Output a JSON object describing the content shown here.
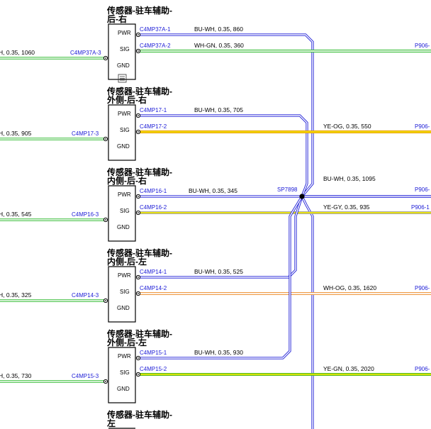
{
  "colors": {
    "BU-WH": {
      "outer": "#1a1ad6",
      "inner": "#ffffff"
    },
    "WH-GN": {
      "outer": "#33bb33",
      "inner": "#ffffff"
    },
    "YE-OG": {
      "outer": "#e8a000",
      "inner": "#f5e000"
    },
    "YE-GY": {
      "outer": "#a8a8a8",
      "inner": "#f0e800"
    },
    "WH-OG": {
      "outer": "#ef9a45",
      "inner": "#ffffff"
    },
    "YE-GN": {
      "outer": "#55bb22",
      "inner": "#e8e800"
    },
    "GN-WH": {
      "outer": "#33bb33",
      "inner": "#ffffff"
    }
  },
  "pin_labels": {
    "pwr": "PWR",
    "sig": "SIG",
    "gnd": "GND"
  },
  "splice": {
    "label": "SP7898",
    "wire": "BU-WH, 0.35, 1095",
    "wire_color": "BU-WH",
    "dest": "P906-"
  },
  "sensors": [
    {
      "title": [
        "传感器-驻车辅助-",
        "后-右"
      ],
      "pwr": {
        "conn": "C4MP37A-1",
        "wire": "BU-WH, 0.35, 860"
      },
      "sig": {
        "conn": "C4MP37A-2",
        "wire": "WH-GN, 0.35, 360",
        "color": "WH-GN",
        "dest": "P906-"
      },
      "gnd": {
        "conn": "C4MP37A-3",
        "wire": "H, 0.35, 1060"
      },
      "has_icon": true
    },
    {
      "title": [
        "传感器-驻车辅助-",
        "外侧-后-右"
      ],
      "pwr": {
        "conn": "C4MP17-1",
        "wire": "BU-WH, 0.35, 705"
      },
      "sig": {
        "conn": "C4MP17-2",
        "wire": "YE-OG, 0.35, 550",
        "color": "YE-OG",
        "dest": "P906-"
      },
      "gnd": {
        "conn": "C4MP17-3",
        "wire": "H, 0.35, 905"
      }
    },
    {
      "title": [
        "传感器-驻车辅助-",
        "内侧-后-右"
      ],
      "pwr": {
        "conn": "C4MP16-1",
        "wire": "BU-WH, 0.35, 345"
      },
      "sig": {
        "conn": "C4MP16-2",
        "wire": "YE-GY, 0.35, 935",
        "color": "YE-GY",
        "dest": "P906-1"
      },
      "gnd": {
        "conn": "C4MP16-3",
        "wire": "H, 0.35, 545"
      }
    },
    {
      "title": [
        "传感器-驻车辅助-",
        "内侧-后-左"
      ],
      "pwr": {
        "conn": "C4MP14-1",
        "wire": "BU-WH, 0.35, 525"
      },
      "sig": {
        "conn": "C4MP14-2",
        "wire": "WH-OG, 0.35, 1620",
        "color": "WH-OG",
        "dest": "P906-"
      },
      "gnd": {
        "conn": "C4MP14-3",
        "wire": "H, 0.35, 325"
      }
    },
    {
      "title": [
        "传感器-驻车辅助-",
        "外侧-后-左"
      ],
      "pwr": {
        "conn": "C4MP15-1",
        "wire": "BU-WH, 0.35, 930"
      },
      "sig": {
        "conn": "C4MP15-2",
        "wire": "YE-GN, 0.35, 2020",
        "color": "YE-GN",
        "dest": "P906-"
      },
      "gnd": {
        "conn": "C4MP15-3",
        "wire": "H, 0.35, 730"
      }
    },
    {
      "title": [
        "传感器-驻车辅助-",
        "左"
      ],
      "partial": true
    }
  ]
}
